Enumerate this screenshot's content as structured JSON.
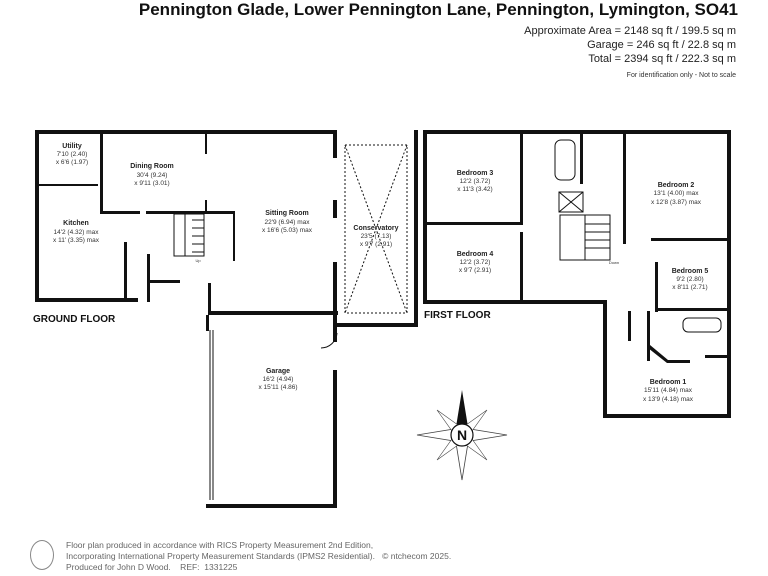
{
  "header": {
    "title": "Pennington Glade, Lower Pennington Lane, Pennington, Lymington, SO41",
    "approx_area": "Approximate Area = 2148 sq ft / 199.5 sq m",
    "garage_area": "Garage = 246 sq ft / 22.8 sq m",
    "total_area": "Total = 2394 sq ft / 222.3 sq m",
    "note": "For identification only - Not to scale"
  },
  "ground_floor": {
    "label": "GROUND FLOOR",
    "rooms": [
      {
        "name": "Utility",
        "dim1": "7'10 (2.40)",
        "dim2": "x 6'6 (1.97)"
      },
      {
        "name": "Dining Room",
        "dim1": "30'4 (9.24)",
        "dim2": "x 9'11 (3.01)"
      },
      {
        "name": "Kitchen",
        "dim1": "14'2 (4.32) max",
        "dim2": "x 11' (3.35) max"
      },
      {
        "name": "Sitting Room",
        "dim1": "22'9 (6.94) max",
        "dim2": "x 16'6 (5.03) max"
      },
      {
        "name": "Conservatory",
        "dim1": "23'5 (7.13)",
        "dim2": "x 9'7 (2.91)"
      },
      {
        "name": "Garage",
        "dim1": "16'2 (4.94)",
        "dim2": "x 15'11 (4.86)"
      }
    ],
    "stairs_label": "Up"
  },
  "first_floor": {
    "label": "FIRST FLOOR",
    "rooms": [
      {
        "name": "Bedroom 3",
        "dim1": "12'2 (3.72)",
        "dim2": "x 11'3 (3.42)"
      },
      {
        "name": "Bedroom 4",
        "dim1": "12'2 (3.72)",
        "dim2": "x 9'7 (2.91)"
      },
      {
        "name": "Bedroom 2",
        "dim1": "13'1 (4.00) max",
        "dim2": "x 12'8 (3.87) max"
      },
      {
        "name": "Bedroom 5",
        "dim1": "9'2 (2.80)",
        "dim2": "x 8'11 (2.71)"
      },
      {
        "name": "Bedroom 1",
        "dim1": "15'11 (4.84) max",
        "dim2": "x 13'9 (4.18) max"
      }
    ],
    "stairs_label": "Down"
  },
  "compass": {
    "label": "N",
    "icon": "compass-rose-icon"
  },
  "footer": {
    "line1": "Floor plan produced in accordance with RICS Property Measurement 2nd Edition,",
    "line2": "Incorporating International Property Measurement Standards (IPMS2 Residential).",
    "copyright": "© ntchecom 2025.",
    "line3": "Produced for John D Wood.    REF:  1331225",
    "icon": "person-icon"
  }
}
